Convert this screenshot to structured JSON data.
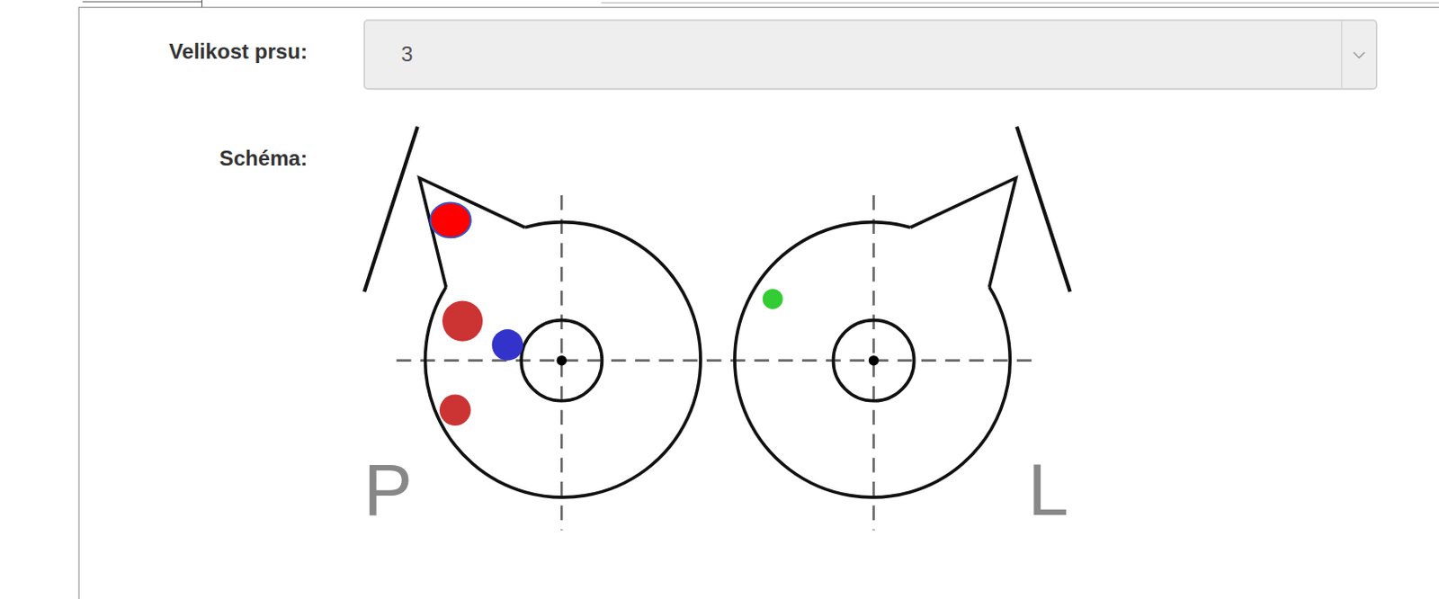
{
  "diagram": {
    "nodes": [
      {
        "text": [
          "3"
        ]
      }
    ],
    "labels": [
      "Velikost prsu:",
      "Schéma:",
      "P",
      "L"
    ]
  }
}
